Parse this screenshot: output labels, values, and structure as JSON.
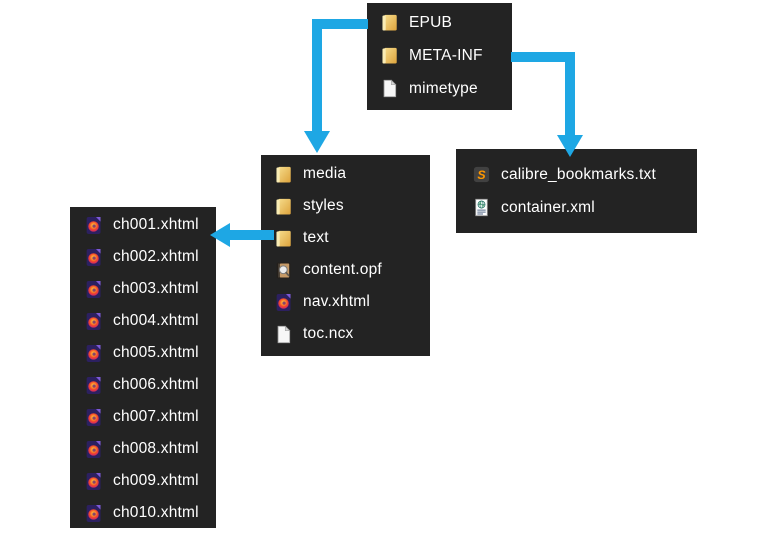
{
  "colors": {
    "canvas_bg": "#ffffff",
    "panel_bg": "#232323",
    "text_color": "#ffffff",
    "arrow_color": "#1ea7e4",
    "folder_color": "#eec254",
    "sublime_orange": "#ff9800"
  },
  "diagram": {
    "root_panel": {
      "items": [
        {
          "icon": "folder-icon",
          "label": "EPUB"
        },
        {
          "icon": "folder-icon",
          "label": "META-INF"
        },
        {
          "icon": "file-icon",
          "label": "mimetype"
        }
      ]
    },
    "epub_panel": {
      "items": [
        {
          "icon": "folder-icon",
          "label": "media"
        },
        {
          "icon": "folder-icon",
          "label": "styles"
        },
        {
          "icon": "folder-icon",
          "label": "text"
        },
        {
          "icon": "ebook-icon",
          "label": "content.opf"
        },
        {
          "icon": "firefox-doc-icon",
          "label": "nav.xhtml"
        },
        {
          "icon": "file-icon",
          "label": "toc.ncx"
        }
      ]
    },
    "meta_inf_panel": {
      "items": [
        {
          "icon": "sublime-text-icon",
          "label": "calibre_bookmarks.txt"
        },
        {
          "icon": "xml-doc-icon",
          "label": "container.xml"
        }
      ]
    },
    "text_panel": {
      "items": [
        {
          "icon": "firefox-doc-icon",
          "label": "ch001.xhtml"
        },
        {
          "icon": "firefox-doc-icon",
          "label": "ch002.xhtml"
        },
        {
          "icon": "firefox-doc-icon",
          "label": "ch003.xhtml"
        },
        {
          "icon": "firefox-doc-icon",
          "label": "ch004.xhtml"
        },
        {
          "icon": "firefox-doc-icon",
          "label": "ch005.xhtml"
        },
        {
          "icon": "firefox-doc-icon",
          "label": "ch006.xhtml"
        },
        {
          "icon": "firefox-doc-icon",
          "label": "ch007.xhtml"
        },
        {
          "icon": "firefox-doc-icon",
          "label": "ch008.xhtml"
        },
        {
          "icon": "firefox-doc-icon",
          "label": "ch009.xhtml"
        },
        {
          "icon": "firefox-doc-icon",
          "label": "ch010.xhtml"
        }
      ]
    }
  }
}
